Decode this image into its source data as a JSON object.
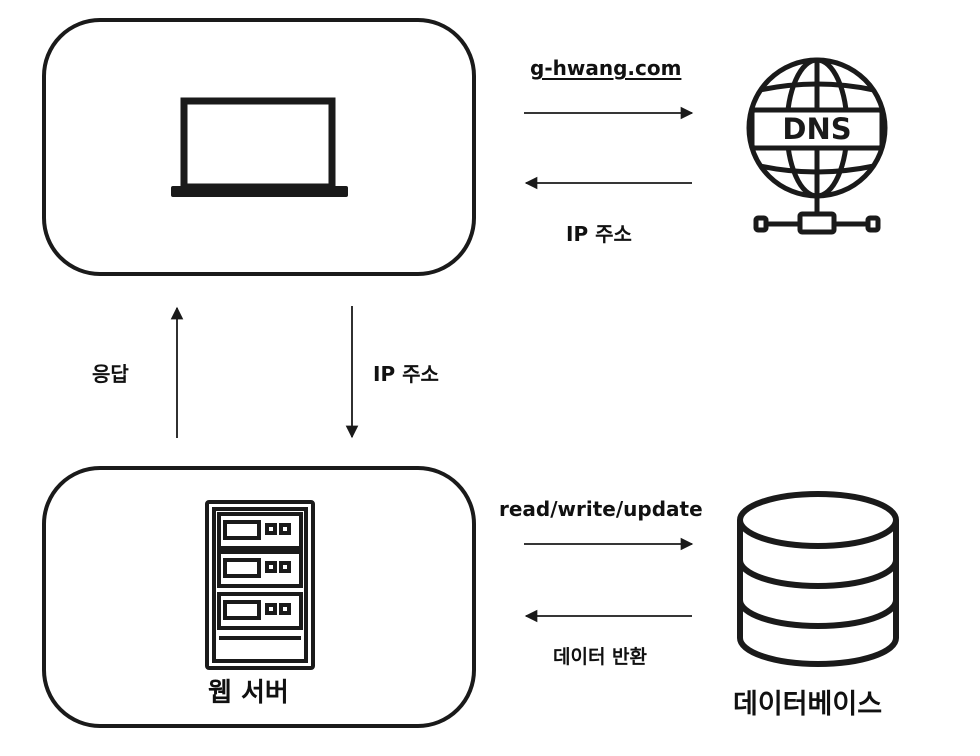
{
  "labels": {
    "domain": "g-hwang.com",
    "ip_from_dns": "IP 주소",
    "response": "응답",
    "ip_to_server": "IP 주소",
    "db_request": "read/write/update",
    "db_return": "데이터 반환",
    "web_server": "웹 서버",
    "database": "데이터베이스",
    "dns_badge": "DNS"
  },
  "icons": {
    "client": "laptop-icon",
    "dns": "dns-globe-icon",
    "server": "server-rack-icon",
    "database": "database-icon"
  },
  "colors": {
    "stroke": "#1a1a1a",
    "background": "#ffffff"
  }
}
